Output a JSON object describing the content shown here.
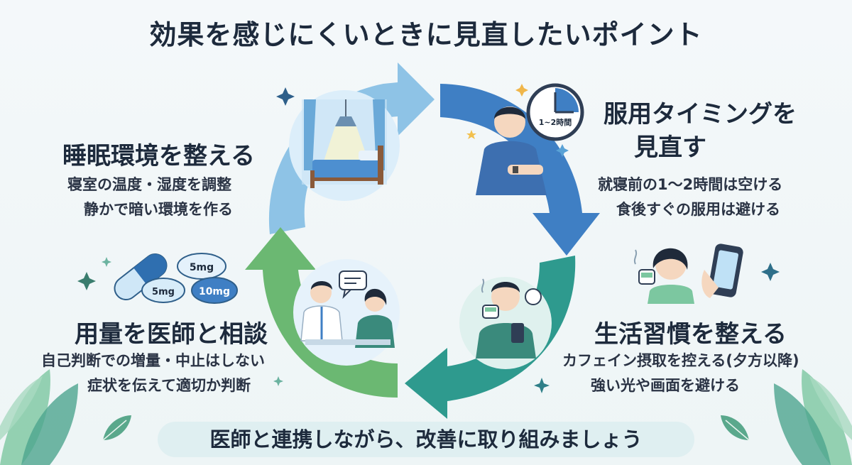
{
  "title": "効果を感じにくいときに見直したいポイント",
  "sections": {
    "sleep_env": {
      "heading": "睡眠環境を整える",
      "lines": [
        "寝室の温度・湿度を調整",
        "静かで暗い環境を作る"
      ]
    },
    "timing": {
      "heading_lines": [
        "服用タイミングを",
        "見直す"
      ],
      "lines": [
        "就寝前の1〜2時間は空ける",
        "食後すぐの服用は避ける"
      ]
    },
    "dosage": {
      "heading": "用量を医師と相談",
      "lines": [
        "自己判断での増量・中止はしない",
        "症状を伝えて適切か判断"
      ]
    },
    "lifestyle": {
      "heading": "生活習慣を整える",
      "lines": [
        "カフェイン摂取を控える(夕方以降)",
        "強い光や画面を避ける"
      ]
    }
  },
  "pill_labels": [
    "5mg",
    "5mg",
    "10mg"
  ],
  "clock_label": "1~2時間",
  "banner": "医師と連携しながら、改善に取り組みましょう",
  "colors": {
    "arrow_light_blue": "#8ec3e6",
    "arrow_blue": "#3f7fc4",
    "arrow_teal": "#2e9a8e",
    "arrow_green": "#6bb872",
    "navy_text": "#1d2a3c"
  },
  "icons": [
    "sparkle-icon",
    "moon-icon",
    "star-icon",
    "clock-icon",
    "bed-icon",
    "lamp-icon",
    "pill-icon",
    "speech-bubble-icon",
    "tea-cup-icon",
    "smartphone-icon",
    "leaf-icon"
  ]
}
